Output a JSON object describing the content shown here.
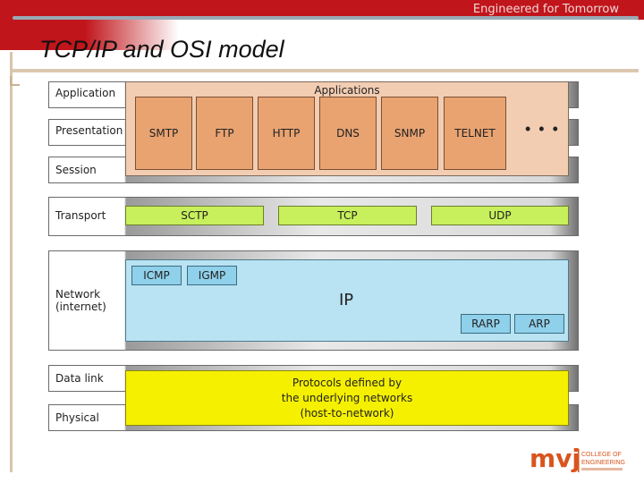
{
  "header": {
    "tagline": "Engineered for Tomorrow",
    "title": "TCP/IP and OSI model"
  },
  "layers": {
    "application": "Application",
    "presentation": "Presentation",
    "session": "Session",
    "transport": "Transport",
    "network": "Network\n(internet)",
    "data_link": "Data link",
    "physical": "Physical"
  },
  "applications": {
    "title": "Applications",
    "protocols": [
      "SMTP",
      "FTP",
      "HTTP",
      "DNS",
      "SNMP",
      "TELNET"
    ],
    "more": "• • •"
  },
  "transport": {
    "protocols": [
      "SCTP",
      "TCP",
      "UDP"
    ]
  },
  "network": {
    "main": "IP",
    "upper": [
      "ICMP",
      "IGMP"
    ],
    "lower": [
      "RARP",
      "ARP"
    ]
  },
  "link": {
    "text": "Protocols defined by\nthe underlying networks\n(host-to-network)"
  },
  "colors": {
    "brand_red": "#c0151b",
    "applications_bg": "#f2cdb2",
    "application_box": "#e9a371",
    "transport_box": "#c7f05c",
    "network_bg": "#b9e3f2",
    "link_bg": "#f5f000"
  },
  "logo": {
    "wordmark": "mvj",
    "line1": "COLLEGE OF",
    "line2": "ENGINEERING"
  }
}
